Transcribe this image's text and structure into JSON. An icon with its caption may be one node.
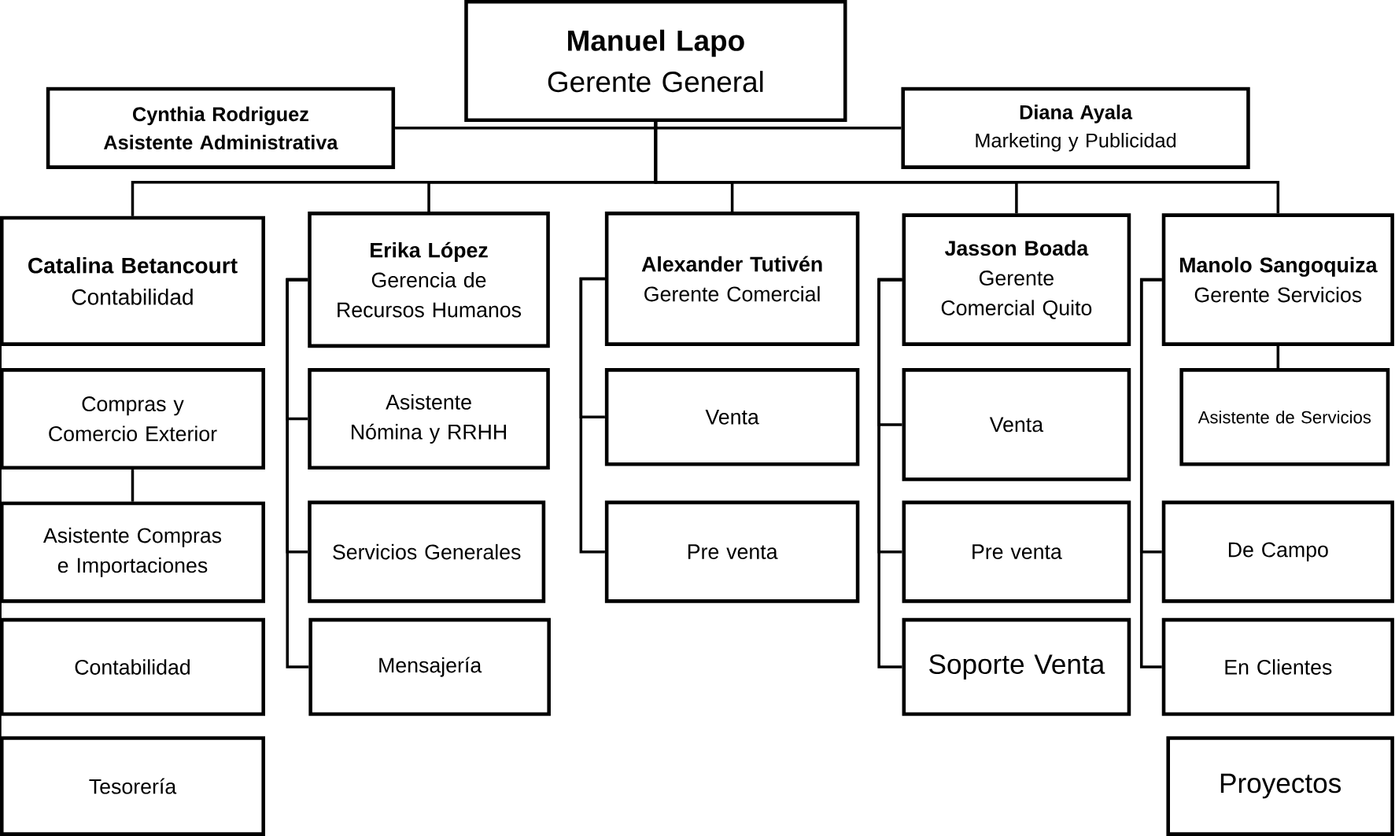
{
  "diagram": {
    "nodes": [
      {
        "text": [
          "Manuel Lapo",
          "Gerente General"
        ]
      },
      {
        "text": [
          "Cynthia Rodriguez",
          "Asistente Administrativa"
        ]
      },
      {
        "text": [
          "Diana Ayala",
          "Marketing y Publicidad"
        ]
      },
      {
        "text": [
          "Catalina Betancourt",
          "Contabilidad"
        ]
      },
      {
        "text": [
          "Compras y Comercio Exterior"
        ]
      },
      {
        "text": [
          "Asistente Compras e Importaciones"
        ]
      },
      {
        "text": [
          "Contabilidad"
        ]
      },
      {
        "text": [
          "Tesorería"
        ]
      },
      {
        "text": [
          "Erika López",
          "Gerencia de Recursos Humanos"
        ]
      },
      {
        "text": [
          "Asistente Nómina y RRHH"
        ]
      },
      {
        "text": [
          "Servicios Generales"
        ]
      },
      {
        "text": [
          "Mensajería"
        ]
      },
      {
        "text": [
          "Alexander Tutivén",
          "Gerente Comercial"
        ]
      },
      {
        "text": [
          "Venta"
        ]
      },
      {
        "text": [
          "Pre venta"
        ]
      },
      {
        "text": [
          "Jasson Boada",
          "Gerente Comercial Quito"
        ]
      },
      {
        "text": [
          "Venta"
        ]
      },
      {
        "text": [
          "Pre venta"
        ]
      },
      {
        "text": [
          "Soporte Venta"
        ]
      },
      {
        "text": [
          "Manolo Sangoquiza",
          "Gerente Servicios"
        ]
      },
      {
        "text": [
          "Asistente de Servicios"
        ]
      },
      {
        "text": [
          "De Campo"
        ]
      },
      {
        "text": [
          "En Clientes"
        ]
      },
      {
        "text": [
          "Proyectos"
        ]
      }
    ],
    "edges": [
      {
        "from": 0,
        "to": 1,
        "arrow": "none"
      },
      {
        "from": 0,
        "to": 2,
        "arrow": "none"
      },
      {
        "from": 0,
        "to": 3,
        "arrow": "none"
      },
      {
        "from": 0,
        "to": 8,
        "arrow": "none"
      },
      {
        "from": 0,
        "to": 12,
        "arrow": "none"
      },
      {
        "from": 0,
        "to": 15,
        "arrow": "none"
      },
      {
        "from": 0,
        "to": 19,
        "arrow": "none"
      },
      {
        "from": 3,
        "to": 4,
        "arrow": "none"
      },
      {
        "from": 4,
        "to": 5,
        "arrow": "none"
      },
      {
        "from": 3,
        "to": 6,
        "arrow": "none"
      },
      {
        "from": 3,
        "to": 7,
        "arrow": "none"
      },
      {
        "from": 8,
        "to": 9,
        "arrow": "none"
      },
      {
        "from": 8,
        "to": 10,
        "arrow": "none"
      },
      {
        "from": 8,
        "to": 11,
        "arrow": "none"
      },
      {
        "from": 12,
        "to": 13,
        "arrow": "none"
      },
      {
        "from": 12,
        "to": 14,
        "arrow": "none"
      },
      {
        "from": 15,
        "to": 16,
        "arrow": "none"
      },
      {
        "from": 15,
        "to": 17,
        "arrow": "none"
      },
      {
        "from": 15,
        "to": 18,
        "arrow": "none"
      },
      {
        "from": 19,
        "to": 20,
        "arrow": "none"
      },
      {
        "from": 19,
        "to": 21,
        "arrow": "none"
      },
      {
        "from": 19,
        "to": 22,
        "arrow": "none"
      }
    ]
  }
}
